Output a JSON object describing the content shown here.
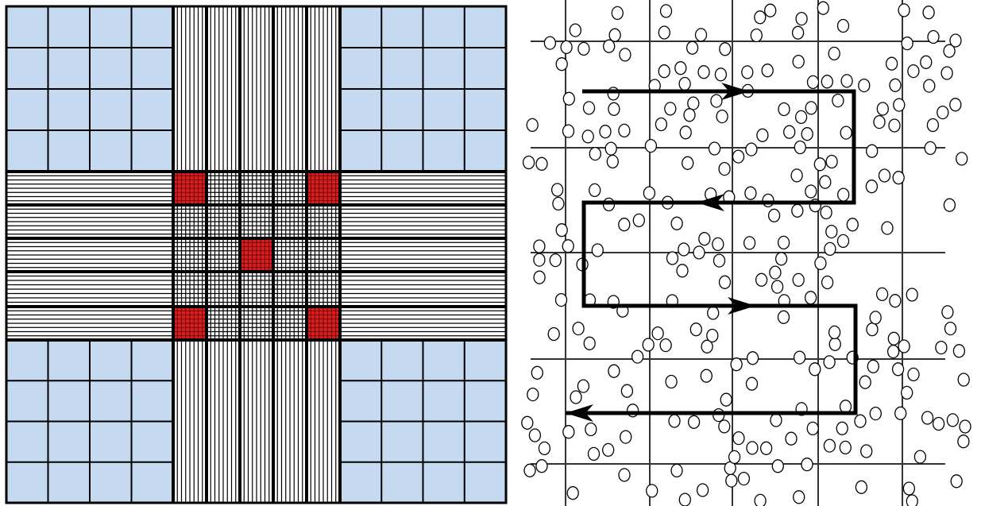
{
  "figure": {
    "panels": [
      {
        "id": "hemocytometer-grid",
        "corner_squares": 4,
        "subdivisions_per_corner_square": 4,
        "central_square_subdivisions": 5,
        "central_subsquare_divisions": 4,
        "highlighted_counting_squares": [
          "top-left",
          "top-right",
          "center",
          "bottom-left",
          "bottom-right"
        ]
      },
      {
        "id": "counting-path",
        "description_elements": [
          "grid-lines",
          "cells",
          "serpentine-path",
          "arrows"
        ],
        "arrow_directions": [
          "right",
          "left",
          "right",
          "left"
        ]
      }
    ],
    "colors": {
      "corner_fill": "#c5d9f1",
      "highlight_fill": "#d62020",
      "line": "#000000",
      "background": "#ffffff"
    }
  }
}
